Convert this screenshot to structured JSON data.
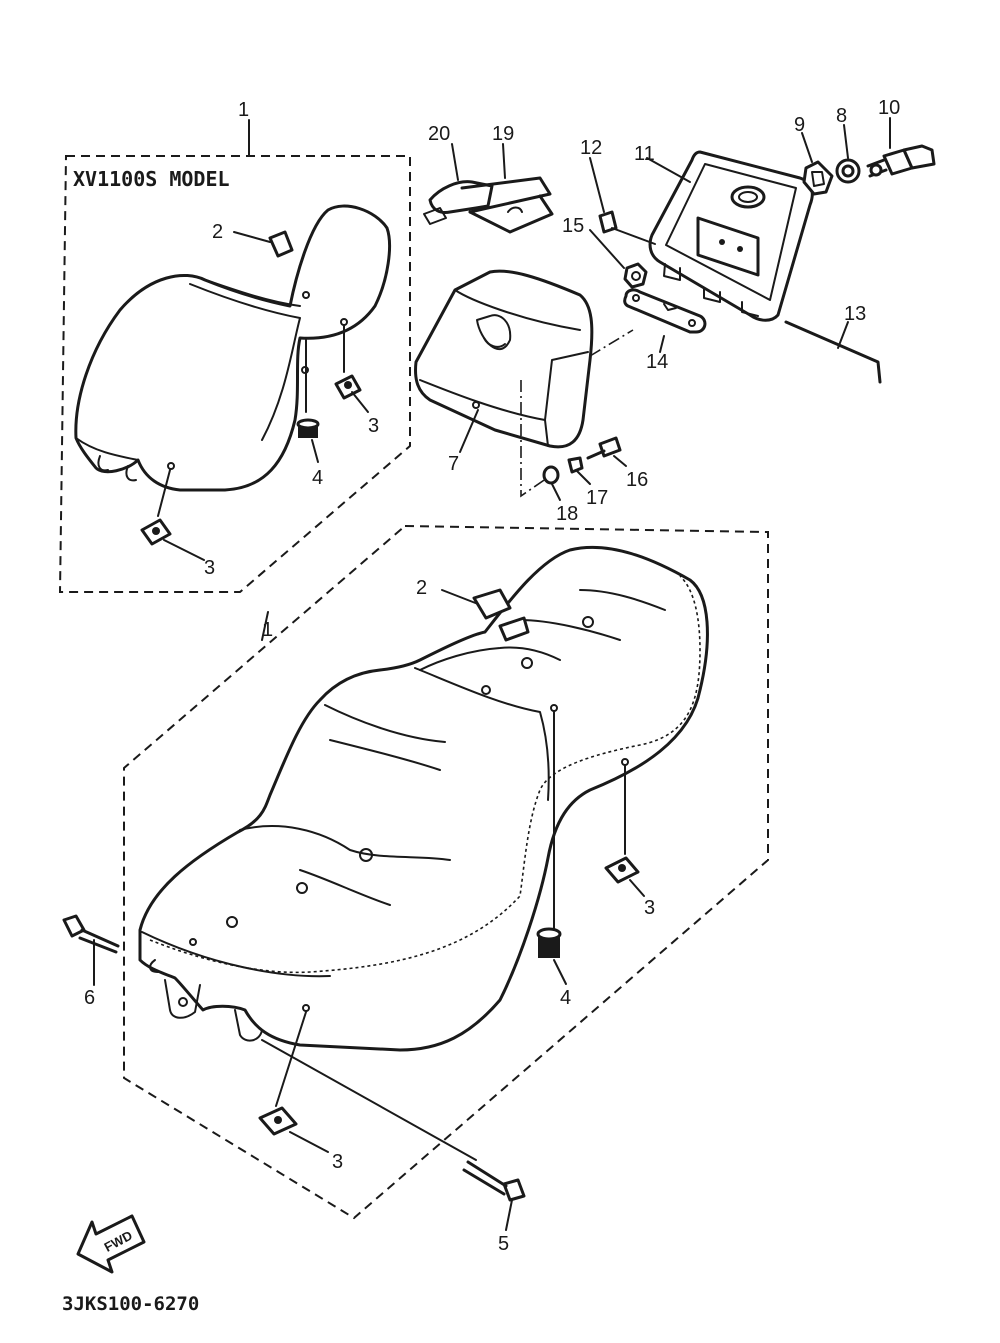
{
  "model_label": "XV1100S MODEL",
  "diagram_code": "3JKS100-6270",
  "fwd_label": "FWD",
  "callouts": {
    "c1_top": "1",
    "c2_top": "2",
    "c3_top_right": "3",
    "c4_top": "4",
    "c3_top_left": "3",
    "c20": "20",
    "c19": "19",
    "c12": "12",
    "c11": "11",
    "c9": "9",
    "c8": "8",
    "c10": "10",
    "c15": "15",
    "c13": "13",
    "c14": "14",
    "c7": "7",
    "c16": "16",
    "c17": "17",
    "c18": "18",
    "c2_main": "2",
    "c1_main": "1",
    "c3_main_right": "3",
    "c6": "6",
    "c4_main": "4",
    "c3_main_bottom": "3",
    "c5": "5"
  },
  "icons": [
    "fwd-arrow-icon"
  ]
}
